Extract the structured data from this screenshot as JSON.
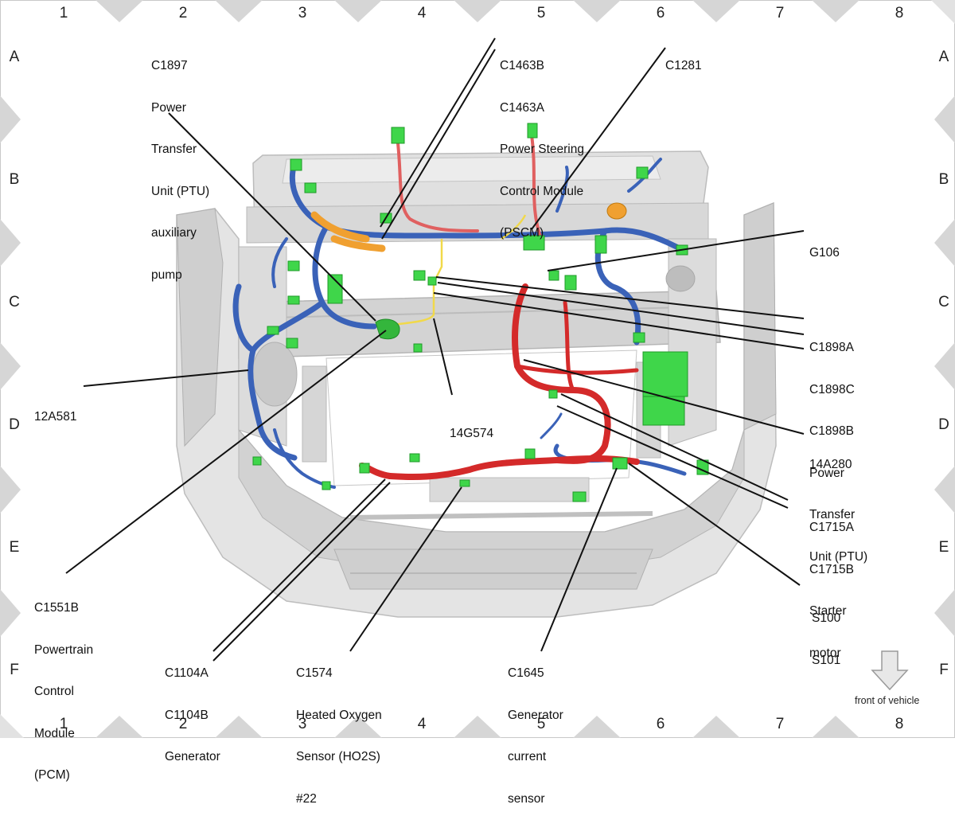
{
  "grid": {
    "columns": [
      "1",
      "2",
      "3",
      "4",
      "5",
      "6",
      "7",
      "8"
    ],
    "rows": [
      "A",
      "B",
      "C",
      "D",
      "E",
      "F"
    ]
  },
  "callouts": {
    "c1897": [
      "C1897",
      "Power",
      "Transfer",
      "Unit (PTU)",
      "auxiliary",
      "pump"
    ],
    "c1463": [
      "C1463B",
      "C1463A",
      "Power Steering",
      "Control Module",
      "(PSCM)"
    ],
    "c1281": [
      "C1281"
    ],
    "g106": [
      "G106"
    ],
    "c1898": [
      "C1898A",
      "C1898C",
      "C1898B",
      "Power",
      "Transfer",
      "Unit (PTU)"
    ],
    "a12a581": [
      "12A581"
    ],
    "g14g574": [
      "14G574"
    ],
    "a14a280": [
      "14A280"
    ],
    "c1715": [
      "C1715A",
      "C1715B",
      "Starter",
      "motor"
    ],
    "c1551b": [
      "C1551B",
      "Powertrain",
      "Control",
      "Module",
      "(PCM)"
    ],
    "s100": [
      "S100",
      "S101"
    ],
    "c1104": [
      "C1104A",
      "C1104B",
      "Generator"
    ],
    "c1574": [
      "C1574",
      "Heated Oxygen",
      "Sensor (HO2S)",
      "#22"
    ],
    "c1645": [
      "C1645",
      "Generator",
      "current",
      "sensor"
    ]
  },
  "front_note": "front of vehicle",
  "colors": {
    "harness_blue": "#3a62b8",
    "harness_red": "#d42a2a",
    "connector_green": "#3fd64a",
    "harness_orange": "#f0a030",
    "chassis_gray": "#d9d9d9"
  }
}
